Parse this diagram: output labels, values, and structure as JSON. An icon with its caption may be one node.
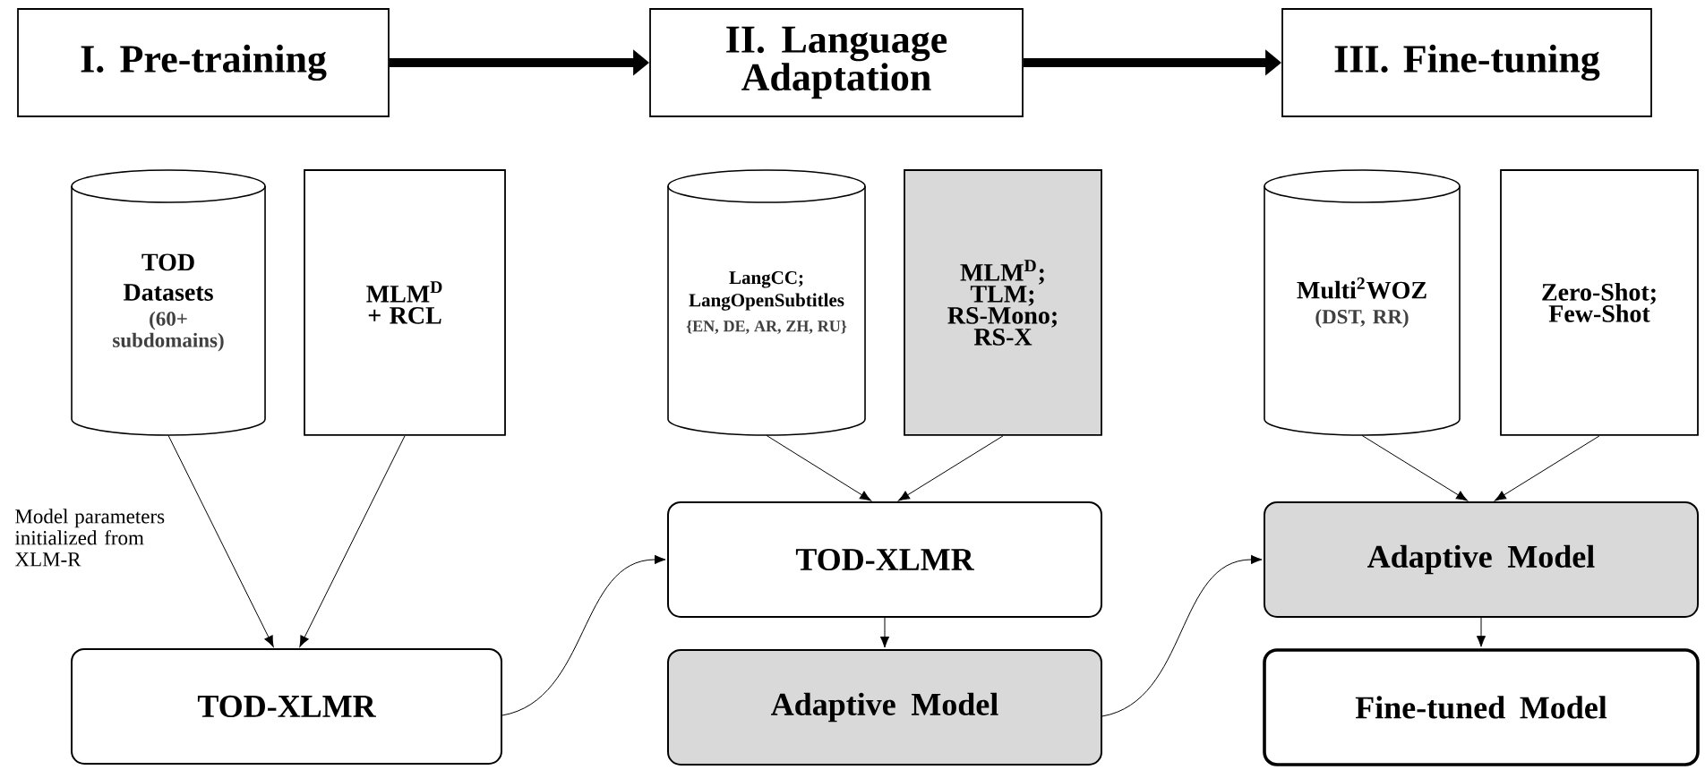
{
  "diagram": {
    "nodes": [
      {
        "text": [
          "I. Pre-training"
        ]
      },
      {
        "text": [
          "II. Language Adaptation"
        ]
      },
      {
        "text": [
          "III. Fine-tuning"
        ]
      },
      {
        "text": [
          "TOD Datasets",
          "(60+ subdomains)"
        ]
      },
      {
        "text": [
          "MLM$^{D}$ + RCL"
        ]
      },
      {
        "text": [
          "TOD-XLMR"
        ]
      },
      {
        "text": [
          "LangCC; LangOpenSubtitles",
          "{EN, DE, AR, ZH, RU}"
        ]
      },
      {
        "text": [
          "MLM$^{D}$; TLM; RS-Mono; RS-X"
        ]
      },
      {
        "text": [
          "TOD-XLMR"
        ]
      },
      {
        "text": [
          "Adaptive Model"
        ]
      },
      {
        "text": [
          "Multi$^{2}$WOZ",
          "(DST, RR)"
        ]
      },
      {
        "text": [
          "Zero-Shot; Few-Shot"
        ]
      },
      {
        "text": [
          "Adaptive Model"
        ]
      },
      {
        "text": [
          "Fine-tuned Model"
        ]
      }
    ],
    "edges": [
      {
        "from": 0,
        "to": 1,
        "arrow": "to",
        "style": "thick"
      },
      {
        "from": 1,
        "to": 2,
        "arrow": "to",
        "style": "thick"
      },
      {
        "from": 3,
        "to": 5,
        "arrow": "to"
      },
      {
        "from": 4,
        "to": 5,
        "arrow": "to"
      },
      {
        "from": 5,
        "to": 8,
        "arrow": "to"
      },
      {
        "from": 6,
        "to": 8,
        "arrow": "to"
      },
      {
        "from": 7,
        "to": 8,
        "arrow": "to"
      },
      {
        "from": 8,
        "to": 9,
        "arrow": "to"
      },
      {
        "from": 9,
        "to": 12,
        "arrow": "to"
      },
      {
        "from": 10,
        "to": 12,
        "arrow": "to"
      },
      {
        "from": 11,
        "to": 12,
        "arrow": "to"
      },
      {
        "from": 12,
        "to": 13,
        "arrow": "to"
      }
    ],
    "labels": [
      "Model parameters initialized from XLM-R"
    ]
  }
}
